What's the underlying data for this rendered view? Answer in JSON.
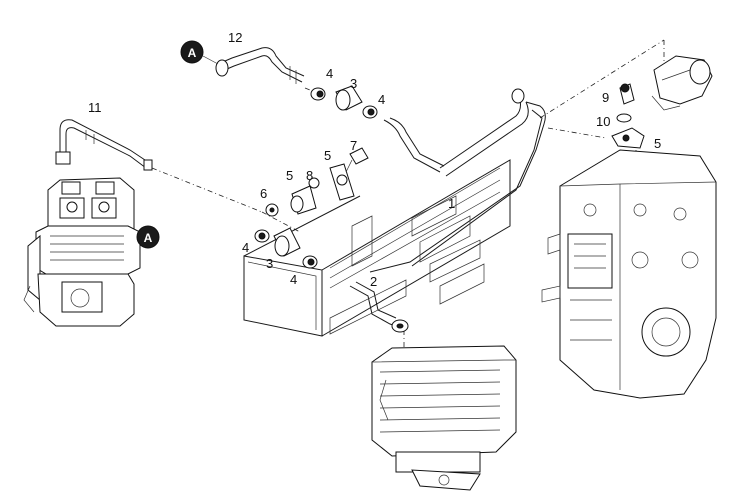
{
  "callouts": [
    {
      "key": "A1",
      "text": "A"
    },
    {
      "key": "A2",
      "text": "A"
    }
  ],
  "labels": {
    "n1": "1",
    "n2": "2",
    "n3a": "3",
    "n3b": "3",
    "n4a": "4",
    "n4b": "4",
    "n4c": "4",
    "n4d": "4",
    "n5a": "5",
    "n5b": "5",
    "n5c": "5",
    "n6": "6",
    "n7": "7",
    "n8": "8",
    "n9": "9",
    "n10": "10",
    "n11": "11",
    "n12": "12"
  }
}
